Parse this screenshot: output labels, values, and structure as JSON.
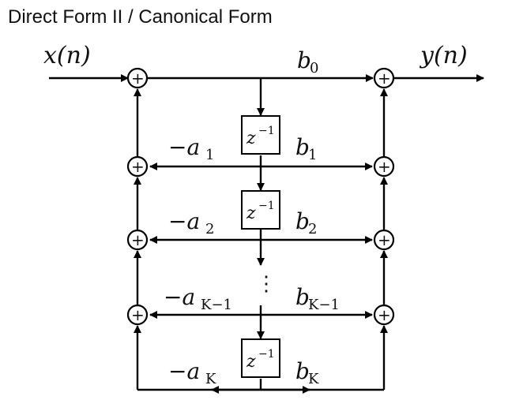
{
  "title": "Direct Form II / Canonical Form",
  "signals": {
    "input": "x(n)",
    "output": "y(n)"
  },
  "delay": {
    "label": "z",
    "exponent": "−1"
  },
  "rows": [
    {
      "feedforward": "b",
      "ff_sub": "0",
      "feedback": "",
      "fb_sub": ""
    },
    {
      "feedforward": "b",
      "ff_sub": "1",
      "feedback": "−a",
      "fb_sub": "1"
    },
    {
      "feedforward": "b",
      "ff_sub": "2",
      "feedback": "−a",
      "fb_sub": "2"
    },
    {
      "feedforward": "b",
      "ff_sub": "K−1",
      "feedback": "−a",
      "fb_sub": "K−1"
    },
    {
      "feedforward": "b",
      "ff_sub": "K",
      "feedback": "−a",
      "fb_sub": "K"
    }
  ],
  "ellipsis": "⋮",
  "adder_symbol": "+"
}
